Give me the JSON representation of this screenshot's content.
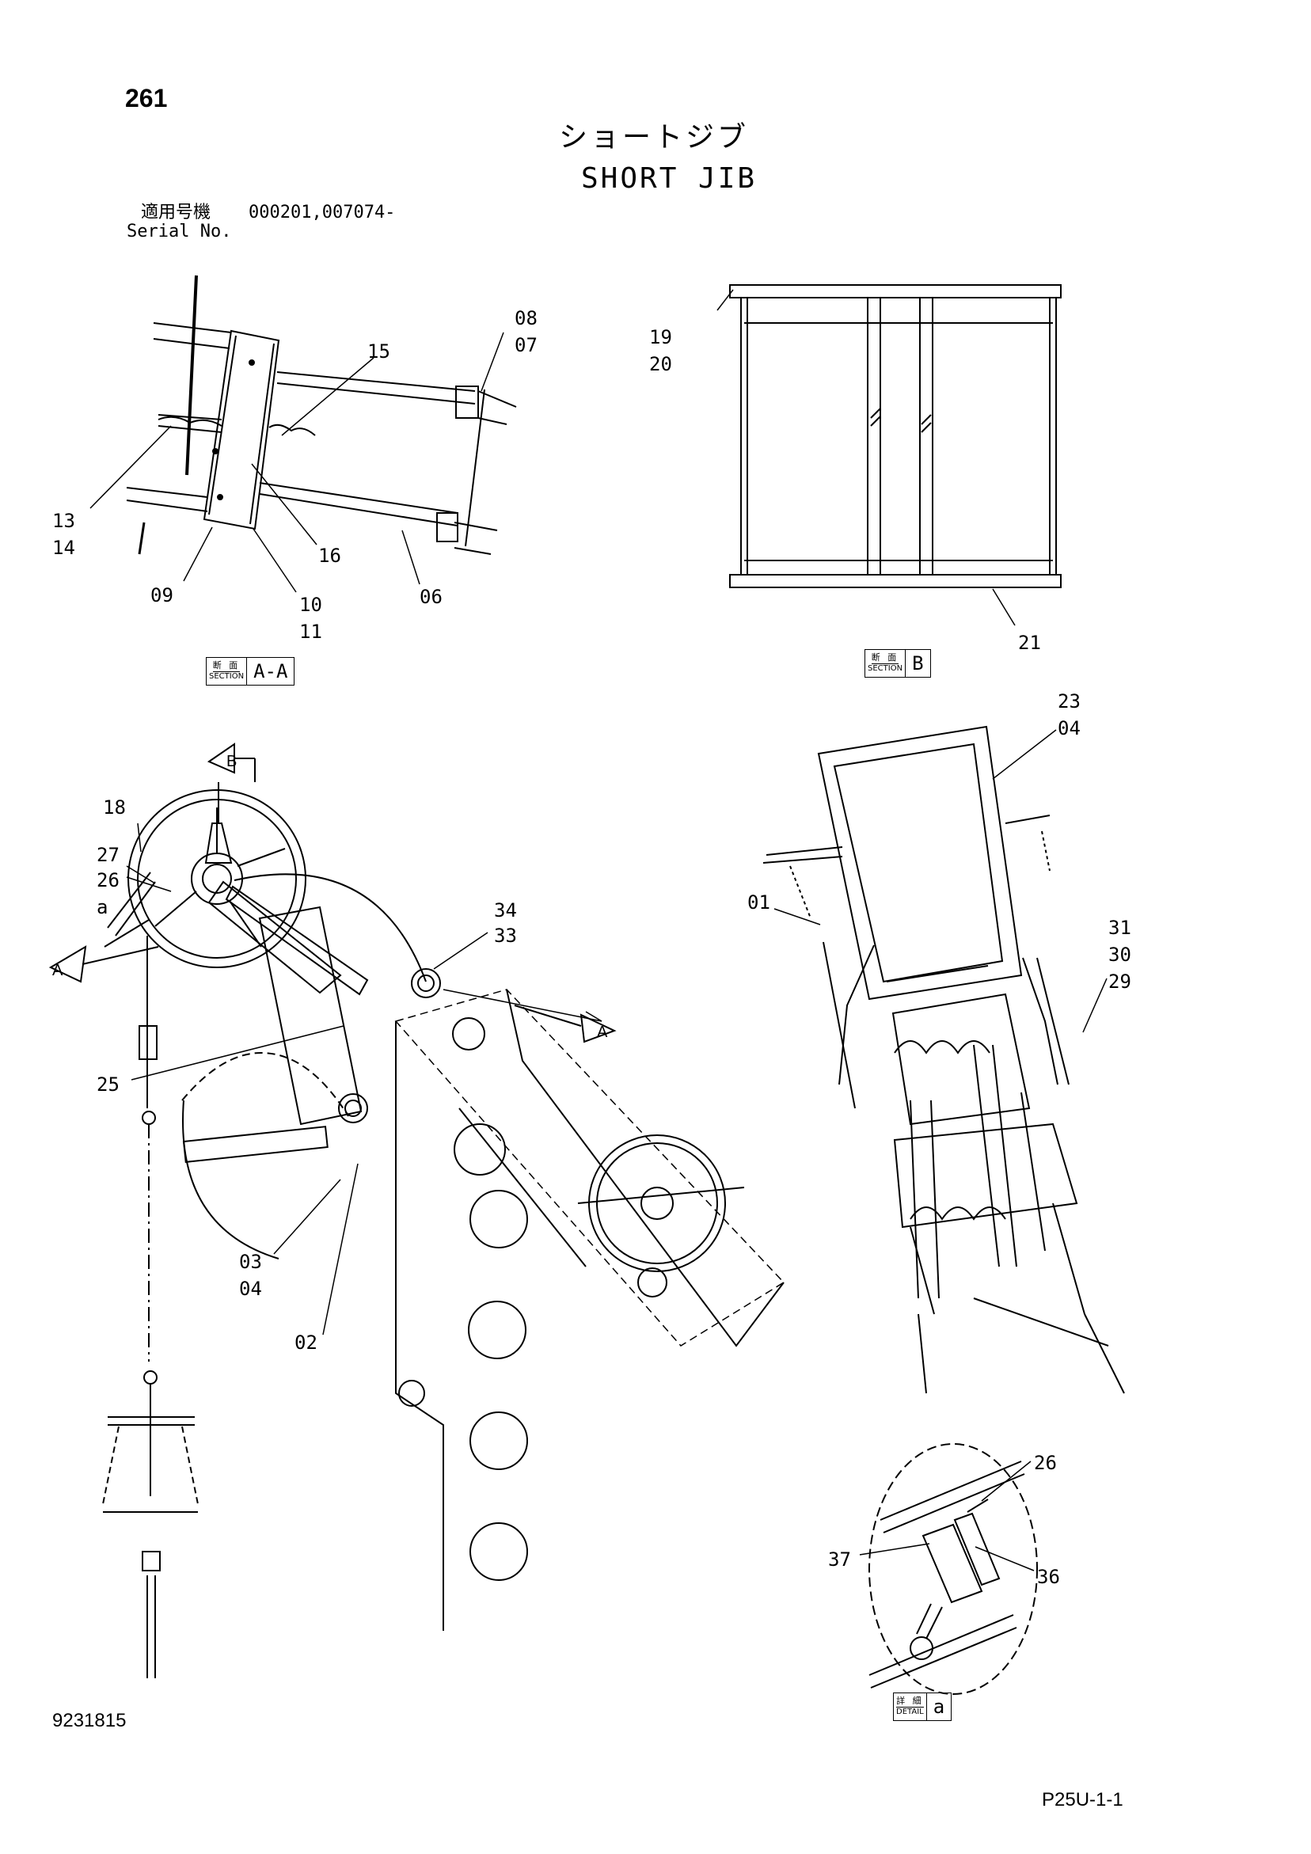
{
  "page_number": "261",
  "title_jp": "ショートジブ",
  "title_en": "SHORT JIB",
  "serial": {
    "label_jp": "適用号機",
    "label_en": "Serial No.",
    "value": "000201,007074-"
  },
  "section_labels": {
    "aa": {
      "jp": "断 面",
      "en": "SECTION",
      "value": "A-A"
    },
    "b": {
      "jp": "断 面",
      "en": "SECTION",
      "value": "B"
    },
    "detail_a": {
      "jp": "詳 細",
      "en": "DETAIL",
      "value": "a"
    }
  },
  "view_markers": {
    "a_left": "A",
    "a_right": "A",
    "b_top": "B",
    "detail": "a"
  },
  "callouts": {
    "c08": "08",
    "c07": "07",
    "c15": "15",
    "c13": "13",
    "c14": "14",
    "c16": "16",
    "c09": "09",
    "c10": "10",
    "c11": "11",
    "c06": "06",
    "c19": "19",
    "c20": "20",
    "c21": "21",
    "c18": "18",
    "c27": "27",
    "c26a": "26",
    "c34": "34",
    "c33": "33",
    "c25": "25",
    "c03": "03",
    "c04a": "04",
    "c02": "02",
    "c23": "23",
    "c04b": "04",
    "c01": "01",
    "c31": "31",
    "c30": "30",
    "c29": "29",
    "c26b": "26",
    "c37": "37",
    "c36": "36"
  },
  "footer": {
    "drawing_no": "9231815",
    "page_code": "P25U-1-1"
  }
}
